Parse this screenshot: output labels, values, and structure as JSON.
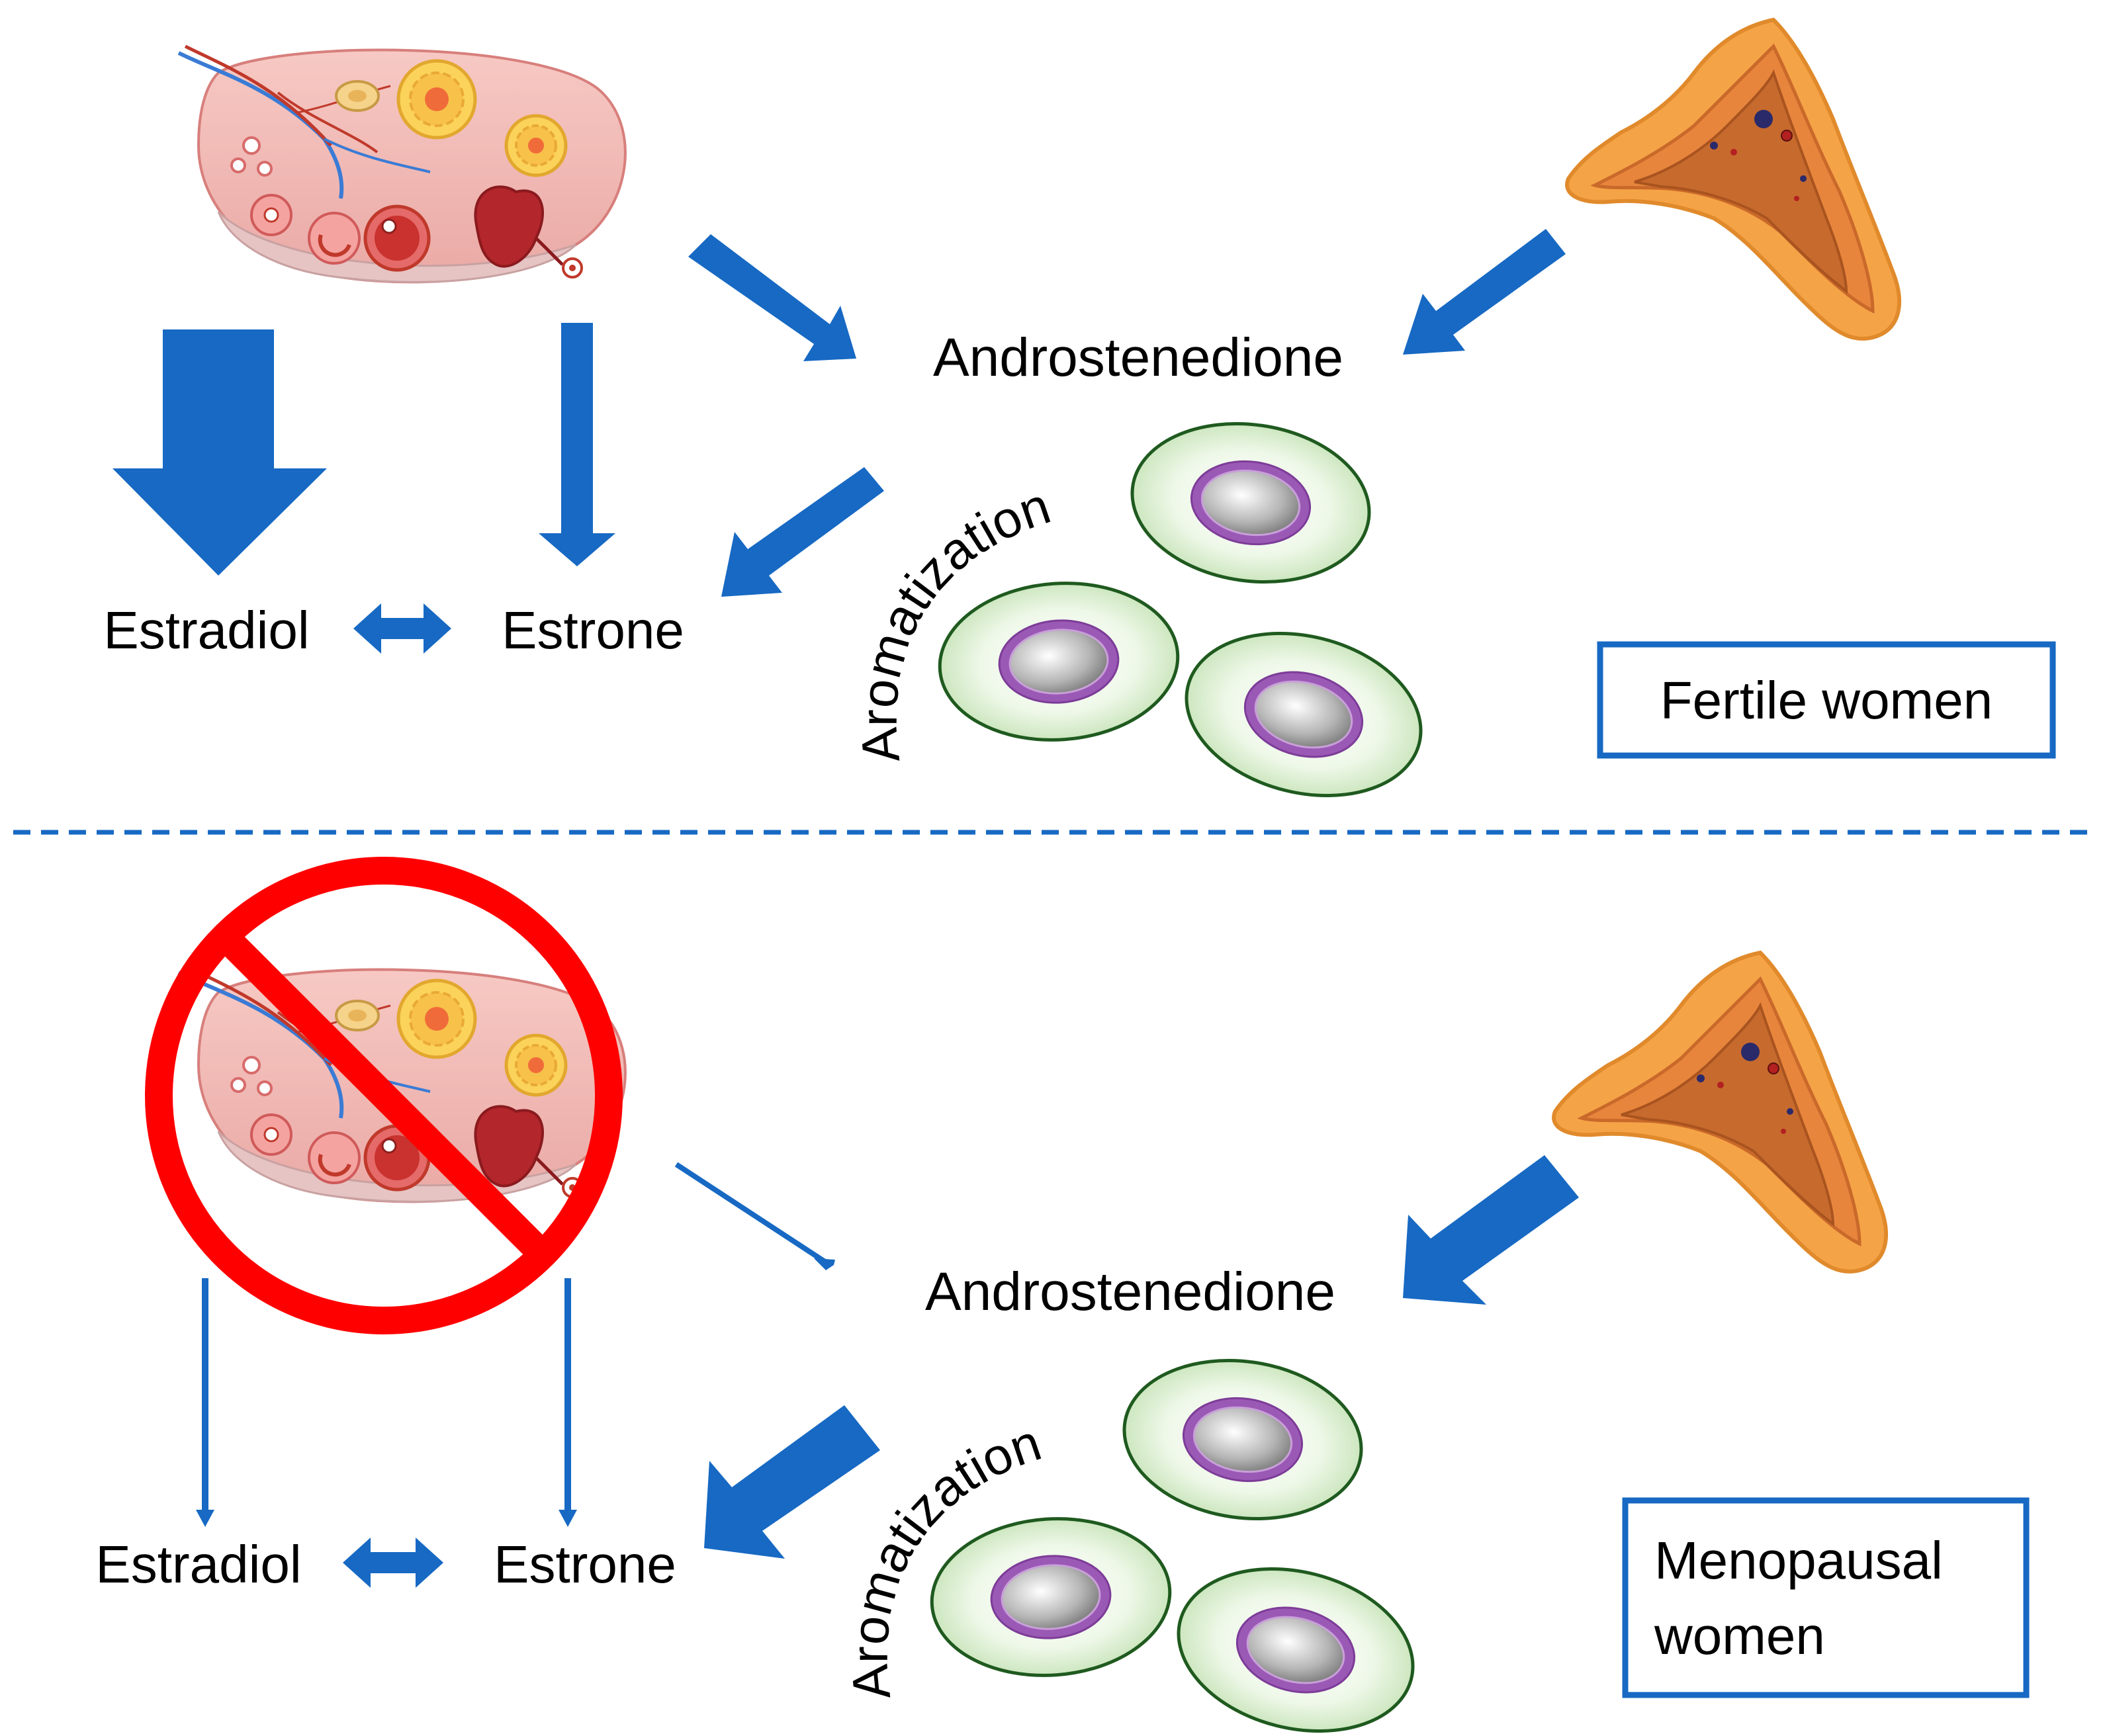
{
  "panels": {
    "fertile": {
      "androstenedione": "Androstenedione",
      "estradiol": "Estradiol",
      "estrone": "Estrone",
      "aromatization": "Aromatization",
      "group_label_lines": [
        "Fertile women"
      ]
    },
    "menopausal": {
      "androstenedione": "Androstenedione",
      "estradiol": "Estradiol",
      "estrone": "Estrone",
      "aromatization": "Aromatization",
      "group_label_lines": [
        "Menopausal",
        "women"
      ]
    }
  },
  "colors": {
    "arrow": "#1769c3",
    "divider": "#1769c3",
    "label_box_border": "#1769c3",
    "prohibition": "#ff0000",
    "ovary": "#f4b8b4",
    "adrenal": "#f4a452",
    "cell_fill": "#dff0d6",
    "cell_border": "#1f5a1f",
    "nucleus_ring": "#9b59b6"
  }
}
